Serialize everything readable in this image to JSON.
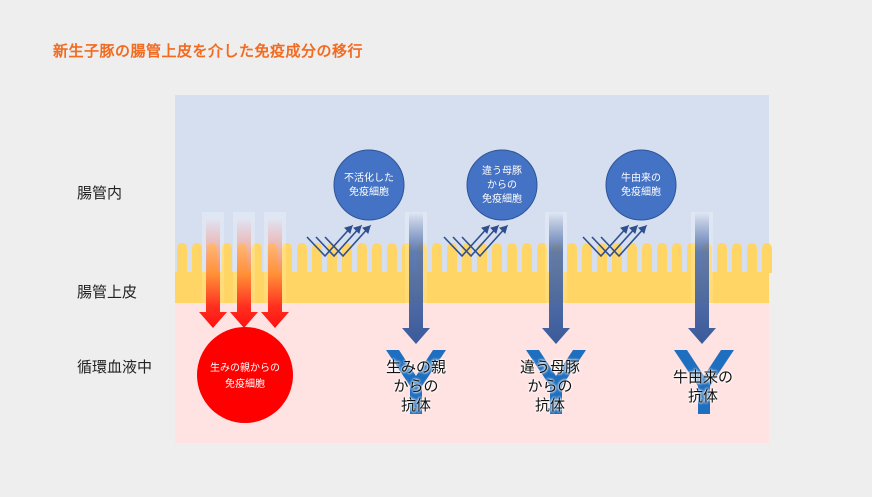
{
  "title": "新生子豚の腸管上皮を介した免疫成分の移行",
  "row_labels": {
    "lumen": "腸管内",
    "epithelium": "腸管上皮",
    "blood": "循環血液中"
  },
  "cells": {
    "inactivated": "不活化した\n免疫細胞",
    "other_sow": "違う母豚\nからの\n免疫細胞",
    "bovine": "牛由来の\n免疫細胞",
    "birth_mother": "生みの親からの\n免疫細胞"
  },
  "antibodies": {
    "birth_mother": "生みの親\nからの\n抗体",
    "other_sow": "違う母豚\nからの\n抗体",
    "bovine": "牛由来の\n抗体"
  },
  "colors": {
    "title": "#f26b21",
    "lumen_bg": "#d6dff0",
    "epithelium": "#ffd666",
    "blood_bg": "#ffe3e3",
    "cell_blue": "#4472c4",
    "cell_red": "#ff0000",
    "arrow_blue": "#3a5a9a",
    "antibody_blue": "#1f6fc0",
    "page_bg": "#eeeeee"
  },
  "icons": {
    "reflect_arrows": "reflected-arrows-icon",
    "transfer_arrow": "down-arrow-icon",
    "antibody": "antibody-y-icon"
  }
}
